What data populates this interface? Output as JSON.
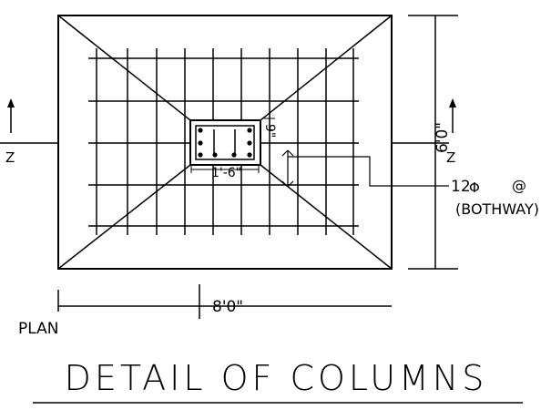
{
  "drawing": {
    "title": "DETAIL OF COLUMNS",
    "plan_label": "PLAN",
    "section_mark_left": "Z",
    "section_mark_right": "Z",
    "dim_width": "8'0\"",
    "dim_height": "6'0\"",
    "dim_column_width": "1'-6\"",
    "dim_column_depth": "9\"",
    "rebar_label": "12",
    "rebar_symbol": "Φ",
    "rebar_at": "@",
    "rebar_note": "(BOTHWAY)"
  }
}
